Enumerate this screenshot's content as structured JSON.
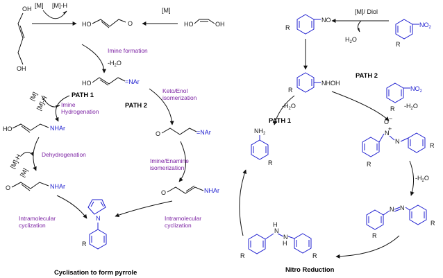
{
  "colors": {
    "text": "#111111",
    "annotation": "#7a1fa2",
    "aryl": "#1c1ccf"
  },
  "left_panel": {
    "caption": "Cyclisation to form pyrrole",
    "diol_oh_top": "OH",
    "diol_oh_bottom": "OH",
    "catalyst_m": "[M]",
    "catalyst_mh": "[M]-H",
    "hydroxy_enal_ho": "HO",
    "hydroxy_enal_o": "O",
    "alkyne_m": "[M]",
    "alkyne_ho": "HO",
    "alkyne_oh": "OH",
    "imine_formation": "Imine formation",
    "minus_water": "-H",
    "minus_water_end": "O",
    "path1": "PATH 1",
    "path2": "PATH 2",
    "hydroxy_imine_ho": "HO",
    "hydroxy_imine_nar": "=NAr",
    "cycle_m": "[M]",
    "cycle_mh": "[M]-H",
    "imine_hydrogenation": [
      "Imine",
      "Hydrogenation"
    ],
    "keto_enol": [
      "Keto/Enol",
      "isomerization"
    ],
    "amino_alcohol_ho": "HO",
    "amino_alcohol_nhar": "NHAr",
    "oxo_imine_o": "O",
    "oxo_imine_nar": "=NAr",
    "dehydrogenation": "Dehydrogenation",
    "dehyd_mh": "[M]-H",
    "dehyd_m": "[M]",
    "amino_aldehyde_o": "O",
    "amino_aldehyde_nhar": "NHAr",
    "imine_enamine": [
      "Imine/Enamine",
      "isomerization"
    ],
    "enamine_o": "O",
    "enamine_nhar": "NHAr",
    "intramolecular_left": [
      "Intramolecular",
      "cyclization"
    ],
    "intramolecular_right": [
      "Intramolecular",
      "cyclization"
    ],
    "pyrrole_n": "N",
    "pyrrole_r": "R"
  },
  "right_panel": {
    "caption": "Nitro Reduction",
    "nitroso_r": "R",
    "nitroso_no": "NO",
    "reduction_reagent": "[M]/ Diol",
    "h2o": "H",
    "h2o_end": "O",
    "nitro_r": "R",
    "nitro_no2": "NO",
    "hydroxylamine_r": "R",
    "hydroxylamine_nhoh": "NHOH",
    "path2": "PATH 2",
    "nitro2_no2": "NO",
    "nitro2_r": "R",
    "minus_water_a": "-H",
    "minus_water_a_end": "O",
    "minus_water_b": "-H",
    "minus_water_b_end": "O",
    "path1": "PATH 1",
    "aniline_nh2": "NH",
    "aniline_r": "R",
    "azoxy_o": "O",
    "azoxy_n1": "N",
    "azoxy_n2": "N",
    "azoxy_r_left": "R",
    "azoxy_r_right": "R",
    "minus_water_c": "-H",
    "minus_water_c_end": "O",
    "azo_n1": "N",
    "azo_n2": "N",
    "azo_r_left": "R",
    "azo_r_right": "R",
    "hydrazo_nh1": "H",
    "hydrazo_nh2": "H",
    "hydrazo_r_left": "R",
    "hydrazo_r_right": "R"
  }
}
